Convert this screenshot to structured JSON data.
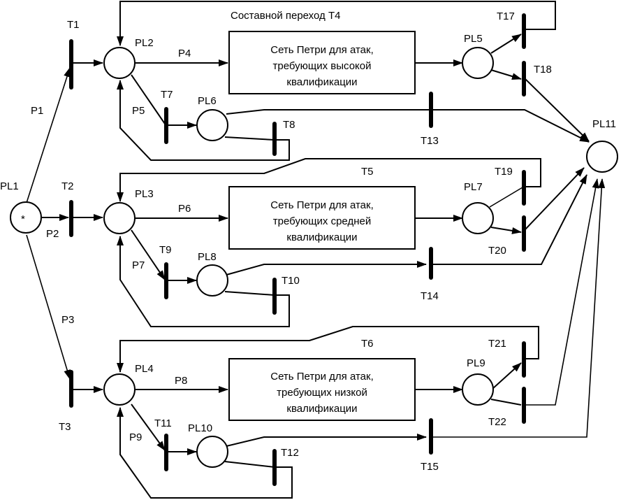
{
  "diagram": {
    "type": "petri-net",
    "composite_transition_label": "Составной переход  T4",
    "places": [
      {
        "id": "PL1",
        "label": "PL1",
        "token": "*"
      },
      {
        "id": "PL2",
        "label": "PL2"
      },
      {
        "id": "PL3",
        "label": "PL3"
      },
      {
        "id": "PL4",
        "label": "PL4"
      },
      {
        "id": "PL5",
        "label": "PL5"
      },
      {
        "id": "PL6",
        "label": "PL6"
      },
      {
        "id": "PL7",
        "label": "PL7"
      },
      {
        "id": "PL8",
        "label": "PL8"
      },
      {
        "id": "PL9",
        "label": "PL9"
      },
      {
        "id": "PL10",
        "label": "PL10"
      },
      {
        "id": "PL11",
        "label": "PL11"
      }
    ],
    "transitions": [
      {
        "id": "T1",
        "label": "T1"
      },
      {
        "id": "T2",
        "label": "T2"
      },
      {
        "id": "T3",
        "label": "T3"
      },
      {
        "id": "T5",
        "label": "T5"
      },
      {
        "id": "T6",
        "label": "T6"
      },
      {
        "id": "T7",
        "label": "T7"
      },
      {
        "id": "T8",
        "label": "T8"
      },
      {
        "id": "T9",
        "label": "T9"
      },
      {
        "id": "T10",
        "label": "T10"
      },
      {
        "id": "T11",
        "label": "T11"
      },
      {
        "id": "T12",
        "label": "T12"
      },
      {
        "id": "T13",
        "label": "T13"
      },
      {
        "id": "T14",
        "label": "T14"
      },
      {
        "id": "T15",
        "label": "T15"
      },
      {
        "id": "T17",
        "label": "T17"
      },
      {
        "id": "T18",
        "label": "T18"
      },
      {
        "id": "T19",
        "label": "T19"
      },
      {
        "id": "T20",
        "label": "T20"
      },
      {
        "id": "T21",
        "label": "T21"
      },
      {
        "id": "T22",
        "label": "T22"
      }
    ],
    "arc_labels": [
      "P1",
      "P2",
      "P3",
      "P4",
      "P5",
      "P6",
      "P7",
      "P8",
      "P9"
    ],
    "subnets": [
      {
        "id": "high",
        "lines": [
          "Сеть Петри для  атак,",
          "требующих высокой",
          "квалификации"
        ]
      },
      {
        "id": "medium",
        "lines": [
          "Сеть Петри для атак,",
          "требующих средней",
          "квалификации"
        ]
      },
      {
        "id": "low",
        "lines": [
          "Сеть Петри для атак,",
          "требующих низкой",
          "квалификации"
        ]
      }
    ]
  }
}
